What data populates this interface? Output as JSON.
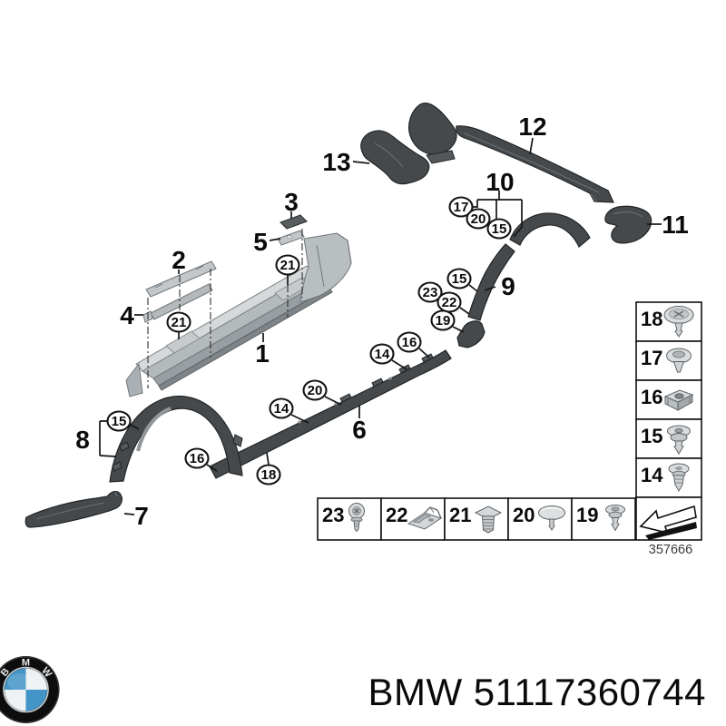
{
  "diagram": {
    "number": "357666",
    "plain_labels": [
      {
        "text": "1"
      },
      {
        "text": "2"
      },
      {
        "text": "3"
      },
      {
        "text": "4"
      },
      {
        "text": "5"
      },
      {
        "text": "6"
      },
      {
        "text": "7"
      },
      {
        "text": "8"
      },
      {
        "text": "9"
      },
      {
        "text": "10"
      },
      {
        "text": "11"
      },
      {
        "text": "12"
      },
      {
        "text": "13"
      }
    ],
    "callouts": [
      {
        "text": "17"
      },
      {
        "text": "20"
      },
      {
        "text": "15"
      },
      {
        "text": "15"
      },
      {
        "text": "23"
      },
      {
        "text": "22"
      },
      {
        "text": "19"
      },
      {
        "text": "16"
      },
      {
        "text": "14"
      },
      {
        "text": "20"
      },
      {
        "text": "14"
      },
      {
        "text": "18"
      },
      {
        "text": "21"
      },
      {
        "text": "21"
      },
      {
        "text": "15"
      },
      {
        "text": "16"
      }
    ],
    "legend_column": [
      {
        "label": "18",
        "icon": "rivet-cross-icon"
      },
      {
        "label": "17",
        "icon": "dome-grommet-icon"
      },
      {
        "label": "16",
        "icon": "cage-nut-icon"
      },
      {
        "label": "15",
        "icon": "washer-rivet-icon"
      },
      {
        "label": "14",
        "icon": "expansion-rivet-icon"
      }
    ],
    "legend_row": [
      {
        "label": "23",
        "icon": "screw-icon"
      },
      {
        "label": "22",
        "icon": "speed-nut-icon"
      },
      {
        "label": "21",
        "icon": "expanding-grommet-icon"
      },
      {
        "label": "20",
        "icon": "cap-plug-icon"
      },
      {
        "label": "19",
        "icon": "push-rivet-icon"
      }
    ]
  },
  "footer": {
    "part_text": "BMW 51117360744",
    "logo": {
      "letters": [
        "B",
        "M",
        "W"
      ],
      "blue": "#4295c6"
    }
  }
}
